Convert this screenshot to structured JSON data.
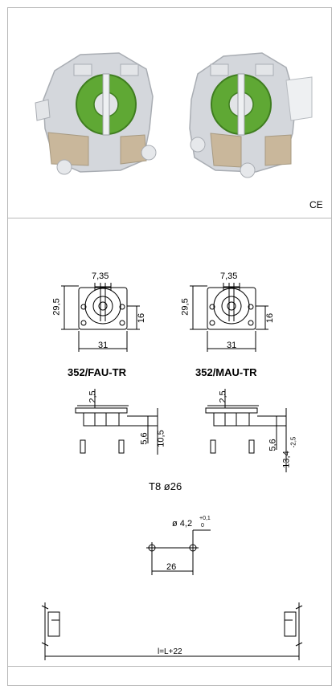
{
  "certification_mark": "CE",
  "models": {
    "left": "352/FAU-TR",
    "right": "352/MAU-TR"
  },
  "front_view_dims": {
    "slot_width": "7,35",
    "height": "29,5",
    "center_height": "16",
    "width": "31"
  },
  "side_view_dims": {
    "left": {
      "top": "2,5",
      "pin": "5,6",
      "total": "10,5"
    },
    "right": {
      "top": "2,5",
      "pin": "5,6",
      "total": "13,4",
      "total_tol": "-2,5"
    }
  },
  "tube_spec": "T8 ø26",
  "mounting": {
    "hole_dia": "ø 4,2",
    "hole_tol_upper": "+0,1",
    "hole_tol_lower": "0",
    "spacing": "26"
  },
  "length_formula": "l=L+22",
  "colors": {
    "rotor_green": "#5fa834",
    "housing": "#c8ccd2",
    "border": "#b8b8b8"
  }
}
